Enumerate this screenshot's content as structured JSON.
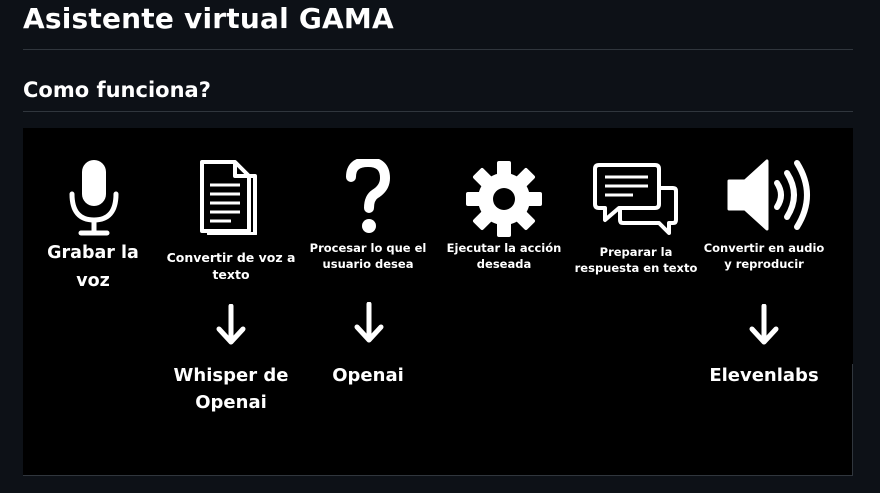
{
  "page": {
    "title": "Asistente virtual GAMA",
    "section_title": "Como funciona?"
  },
  "diagram": {
    "steps": [
      {
        "label": "Grabar la voz",
        "icon": "microphone-icon"
      },
      {
        "label": "Convertir de voz a texto",
        "icon": "document-icon",
        "tool": "Whisper de Openai"
      },
      {
        "label": "Procesar lo que el usuario desea",
        "icon": "question-mark-icon",
        "tool": "Openai"
      },
      {
        "label": "Ejecutar la acción deseada",
        "icon": "gear-icon"
      },
      {
        "label": "Preparar la respuesta en texto",
        "icon": "chat-bubbles-icon"
      },
      {
        "label": "Convertir en audio y reproducir",
        "icon": "speaker-icon",
        "tool": "Elevenlabs"
      }
    ]
  }
}
